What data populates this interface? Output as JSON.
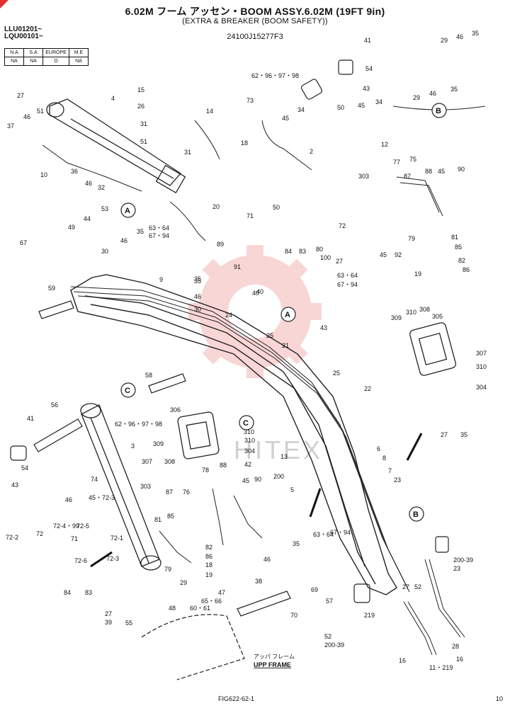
{
  "header": {
    "title": "6.02M フーム アッセン・BOOM ASSY.6.02M (19FT 9in)",
    "subtitle": "(EXTRA & BREAKER (BOOM SAFETY))",
    "part_number": "24100J15277F3"
  },
  "serials": [
    "LLU01201~",
    "LQU00101~"
  ],
  "availability": {
    "headers": [
      "N.A",
      "S.A",
      "EUROPE",
      "M.E"
    ],
    "values": [
      "NA",
      "NA",
      "O",
      "NA"
    ]
  },
  "frame_label": {
    "jp": "アッパ フレーム",
    "en": "UPP FRAME"
  },
  "watermark": "HITEX",
  "footer": {
    "figure": "FIG622-62-1",
    "page": "10"
  },
  "callouts": [
    "A",
    "B",
    "C"
  ],
  "part_labels": [
    "41",
    "54",
    "62・96・97・98",
    "43",
    "15",
    "26",
    "31",
    "51",
    "31",
    "14",
    "4",
    "27",
    "46",
    "51",
    "37",
    "10",
    "36",
    "46",
    "32",
    "73",
    "18",
    "34",
    "45",
    "2",
    "50",
    "45",
    "34",
    "12",
    "29",
    "46",
    "35",
    "29",
    "46",
    "35",
    "20",
    "63・64",
    "67・94",
    "53",
    "44",
    "49",
    "35",
    "46",
    "67",
    "30",
    "9",
    "35",
    "46",
    "77",
    "75",
    "88",
    "45",
    "90",
    "87",
    "303",
    "71",
    "50",
    "89",
    "84",
    "83",
    "80",
    "72",
    "45",
    "92",
    "79",
    "81",
    "85",
    "82",
    "86",
    "91",
    "100",
    "27",
    "19",
    "63・64",
    "67・94",
    "59",
    "35",
    "40",
    "30",
    "24",
    "40",
    "25",
    "43",
    "21",
    "309",
    "310",
    "308",
    "305",
    "307",
    "310",
    "304",
    "25",
    "22",
    "58",
    "56",
    "62・96・97・98",
    "41",
    "54",
    "43",
    "306",
    "310",
    "309",
    "308",
    "307",
    "310",
    "304",
    "42",
    "13",
    "3",
    "74",
    "303",
    "87",
    "76",
    "78",
    "88",
    "45",
    "90",
    "200",
    "5",
    "6",
    "8",
    "7",
    "23",
    "27",
    "35",
    "46",
    "45・72-3",
    "72-4・99",
    "72-5",
    "72-2",
    "72",
    "71",
    "72-1",
    "72-3",
    "72-6",
    "84",
    "83",
    "81",
    "85",
    "82",
    "86",
    "18",
    "19",
    "79",
    "29",
    "46",
    "35",
    "63・64",
    "67・94",
    "27",
    "39",
    "55",
    "47",
    "38",
    "69",
    "57",
    "70",
    "48",
    "60・61",
    "65・66",
    "52",
    "200-39",
    "219",
    "16",
    "11・219",
    "16",
    "28",
    "27",
    "52",
    "200-39",
    "23"
  ]
}
